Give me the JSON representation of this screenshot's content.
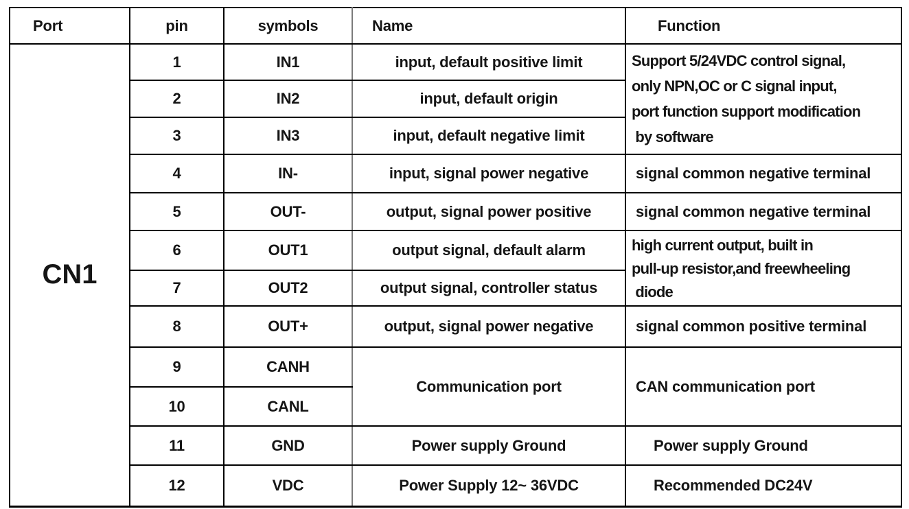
{
  "table": {
    "header": {
      "port": "Port",
      "pin": "pin",
      "symbols": "symbols",
      "name": "Name",
      "function": "Function"
    },
    "port_group": "CN1",
    "rows": [
      {
        "pin": "1",
        "symbol": "IN1",
        "name": "input, default positive limit"
      },
      {
        "pin": "2",
        "symbol": "IN2",
        "name": "input, default origin"
      },
      {
        "pin": "3",
        "symbol": "IN3",
        "name": "input, default negative limit"
      },
      {
        "pin": "4",
        "symbol": "IN-",
        "name": "input, signal power negative",
        "function": "signal common negative terminal"
      },
      {
        "pin": "5",
        "symbol": "OUT-",
        "name": "output, signal power positive",
        "function": "signal common negative terminal"
      },
      {
        "pin": "6",
        "symbol": "OUT1",
        "name": "output signal, default alarm"
      },
      {
        "pin": "7",
        "symbol": "OUT2",
        "name": "output signal, controller status"
      },
      {
        "pin": "8",
        "symbol": "OUT+",
        "name": "output, signal power negative",
        "function": "signal common positive terminal"
      },
      {
        "pin": "9",
        "symbol": "CANH"
      },
      {
        "pin": "10",
        "symbol": "CANL"
      },
      {
        "pin": "11",
        "symbol": "GND",
        "name": "Power supply Ground",
        "function": "Power supply Ground"
      },
      {
        "pin": "12",
        "symbol": "VDC",
        "name": "Power Supply 12~ 36VDC",
        "function": "Recommended DC24V"
      }
    ],
    "merged": {
      "function_pins_1_3": "Support 5/24VDC control signal,\nonly NPN,OC or C signal input,\nport function support modification\n by software",
      "function_pins_6_7": "high current output, built in\npull-up resistor,and freewheeling\n diode",
      "name_pins_9_10": "Communication port",
      "function_pins_9_10": "CAN communication port"
    },
    "colors": {
      "border_black": "#000000",
      "border_gray": "#7b7b7b",
      "text": "#151515",
      "background": "#ffffff"
    }
  }
}
